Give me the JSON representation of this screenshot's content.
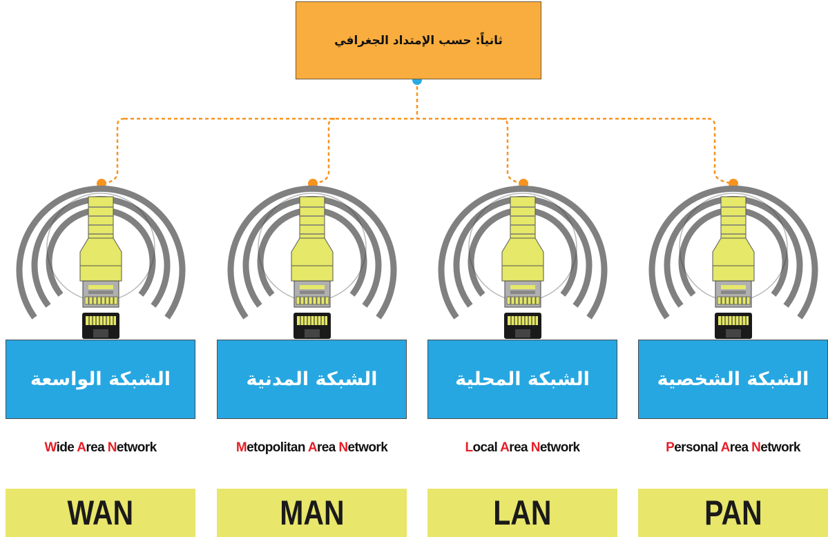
{
  "root": {
    "title": "ثانياً: حسب الإمتداد الجغرافي"
  },
  "colors": {
    "root_fill": "#f9ad3e",
    "name_fill": "#27a7e1",
    "abbr_fill": "#e8e66b",
    "connector": "#f7931e",
    "root_dot": "#29abe2",
    "highlight": "#e41e26",
    "plug": "#e5e868",
    "rings": "#808080"
  },
  "networks": [
    {
      "arabic": "الشبكة الواسعة",
      "words": [
        "Wide",
        "Area",
        "Network"
      ],
      "abbr": "WAN"
    },
    {
      "arabic": "الشبكة المدنية",
      "words": [
        "Metopolitan",
        "Area",
        "Network"
      ],
      "abbr": "MAN"
    },
    {
      "arabic": "الشبكة المحلية",
      "words": [
        "Local",
        "Area",
        "Network"
      ],
      "abbr": "LAN"
    },
    {
      "arabic": "الشبكة الشخصية",
      "words": [
        "Personal",
        "Area",
        "Network"
      ],
      "abbr": "PAN"
    }
  ]
}
